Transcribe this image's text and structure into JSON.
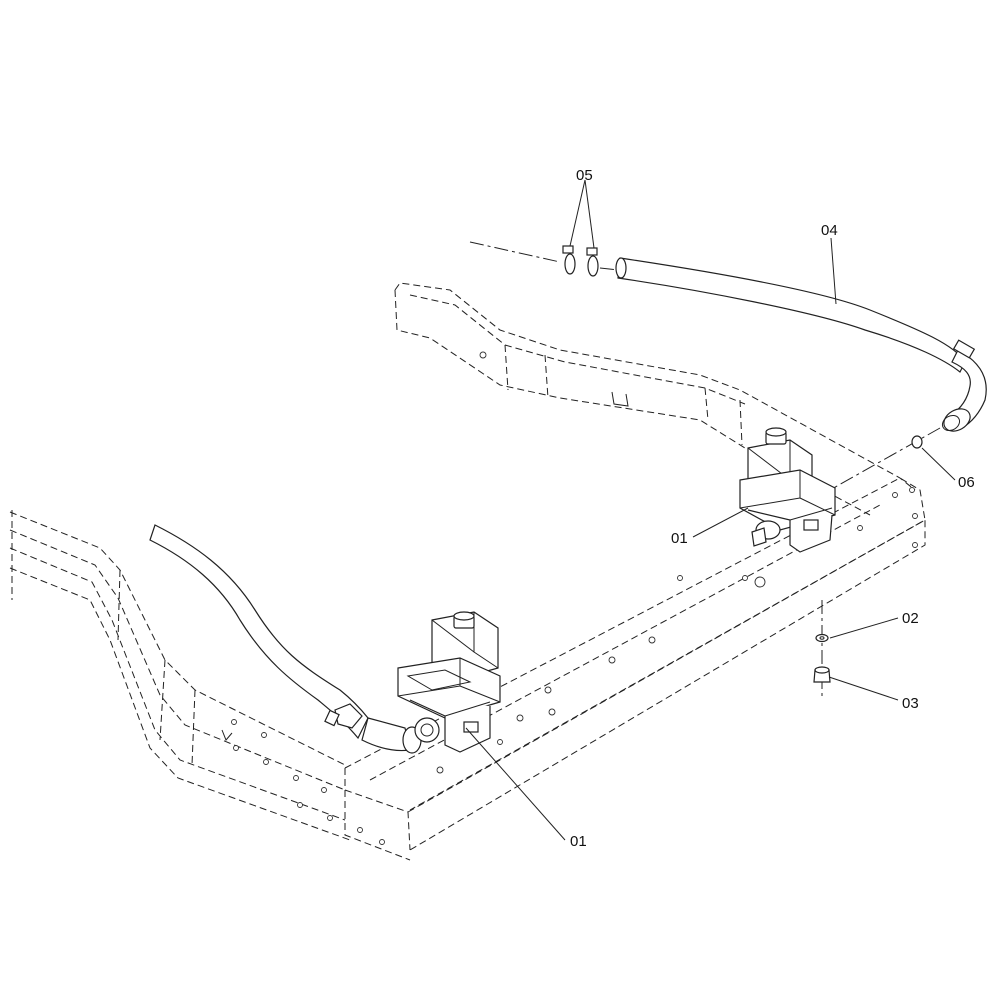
{
  "callouts": [
    {
      "id": "05",
      "label": "05"
    },
    {
      "id": "04",
      "label": "04"
    },
    {
      "id": "06",
      "label": "06"
    },
    {
      "id": "01a",
      "label": "01"
    },
    {
      "id": "02",
      "label": "02"
    },
    {
      "id": "03",
      "label": "03"
    },
    {
      "id": "01b",
      "label": "01"
    }
  ]
}
